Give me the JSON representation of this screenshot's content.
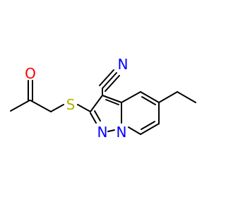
{
  "molecule": {
    "atoms": {
      "carbonyl_oxygen": {
        "symbol": "O",
        "color": "#ff0000"
      },
      "sulfur": {
        "symbol": "S",
        "color": "#b2b200"
      },
      "nitrile_nitrogen": {
        "symbol": "N",
        "color": "#0000ff"
      },
      "ring_nitrogen": {
        "symbol": "N",
        "color": "#0000ff"
      },
      "bridgehead_nitrogen": {
        "symbol": "N",
        "color": "#0000ff"
      }
    },
    "bond_color": "#000000",
    "background": "#ffffff"
  }
}
